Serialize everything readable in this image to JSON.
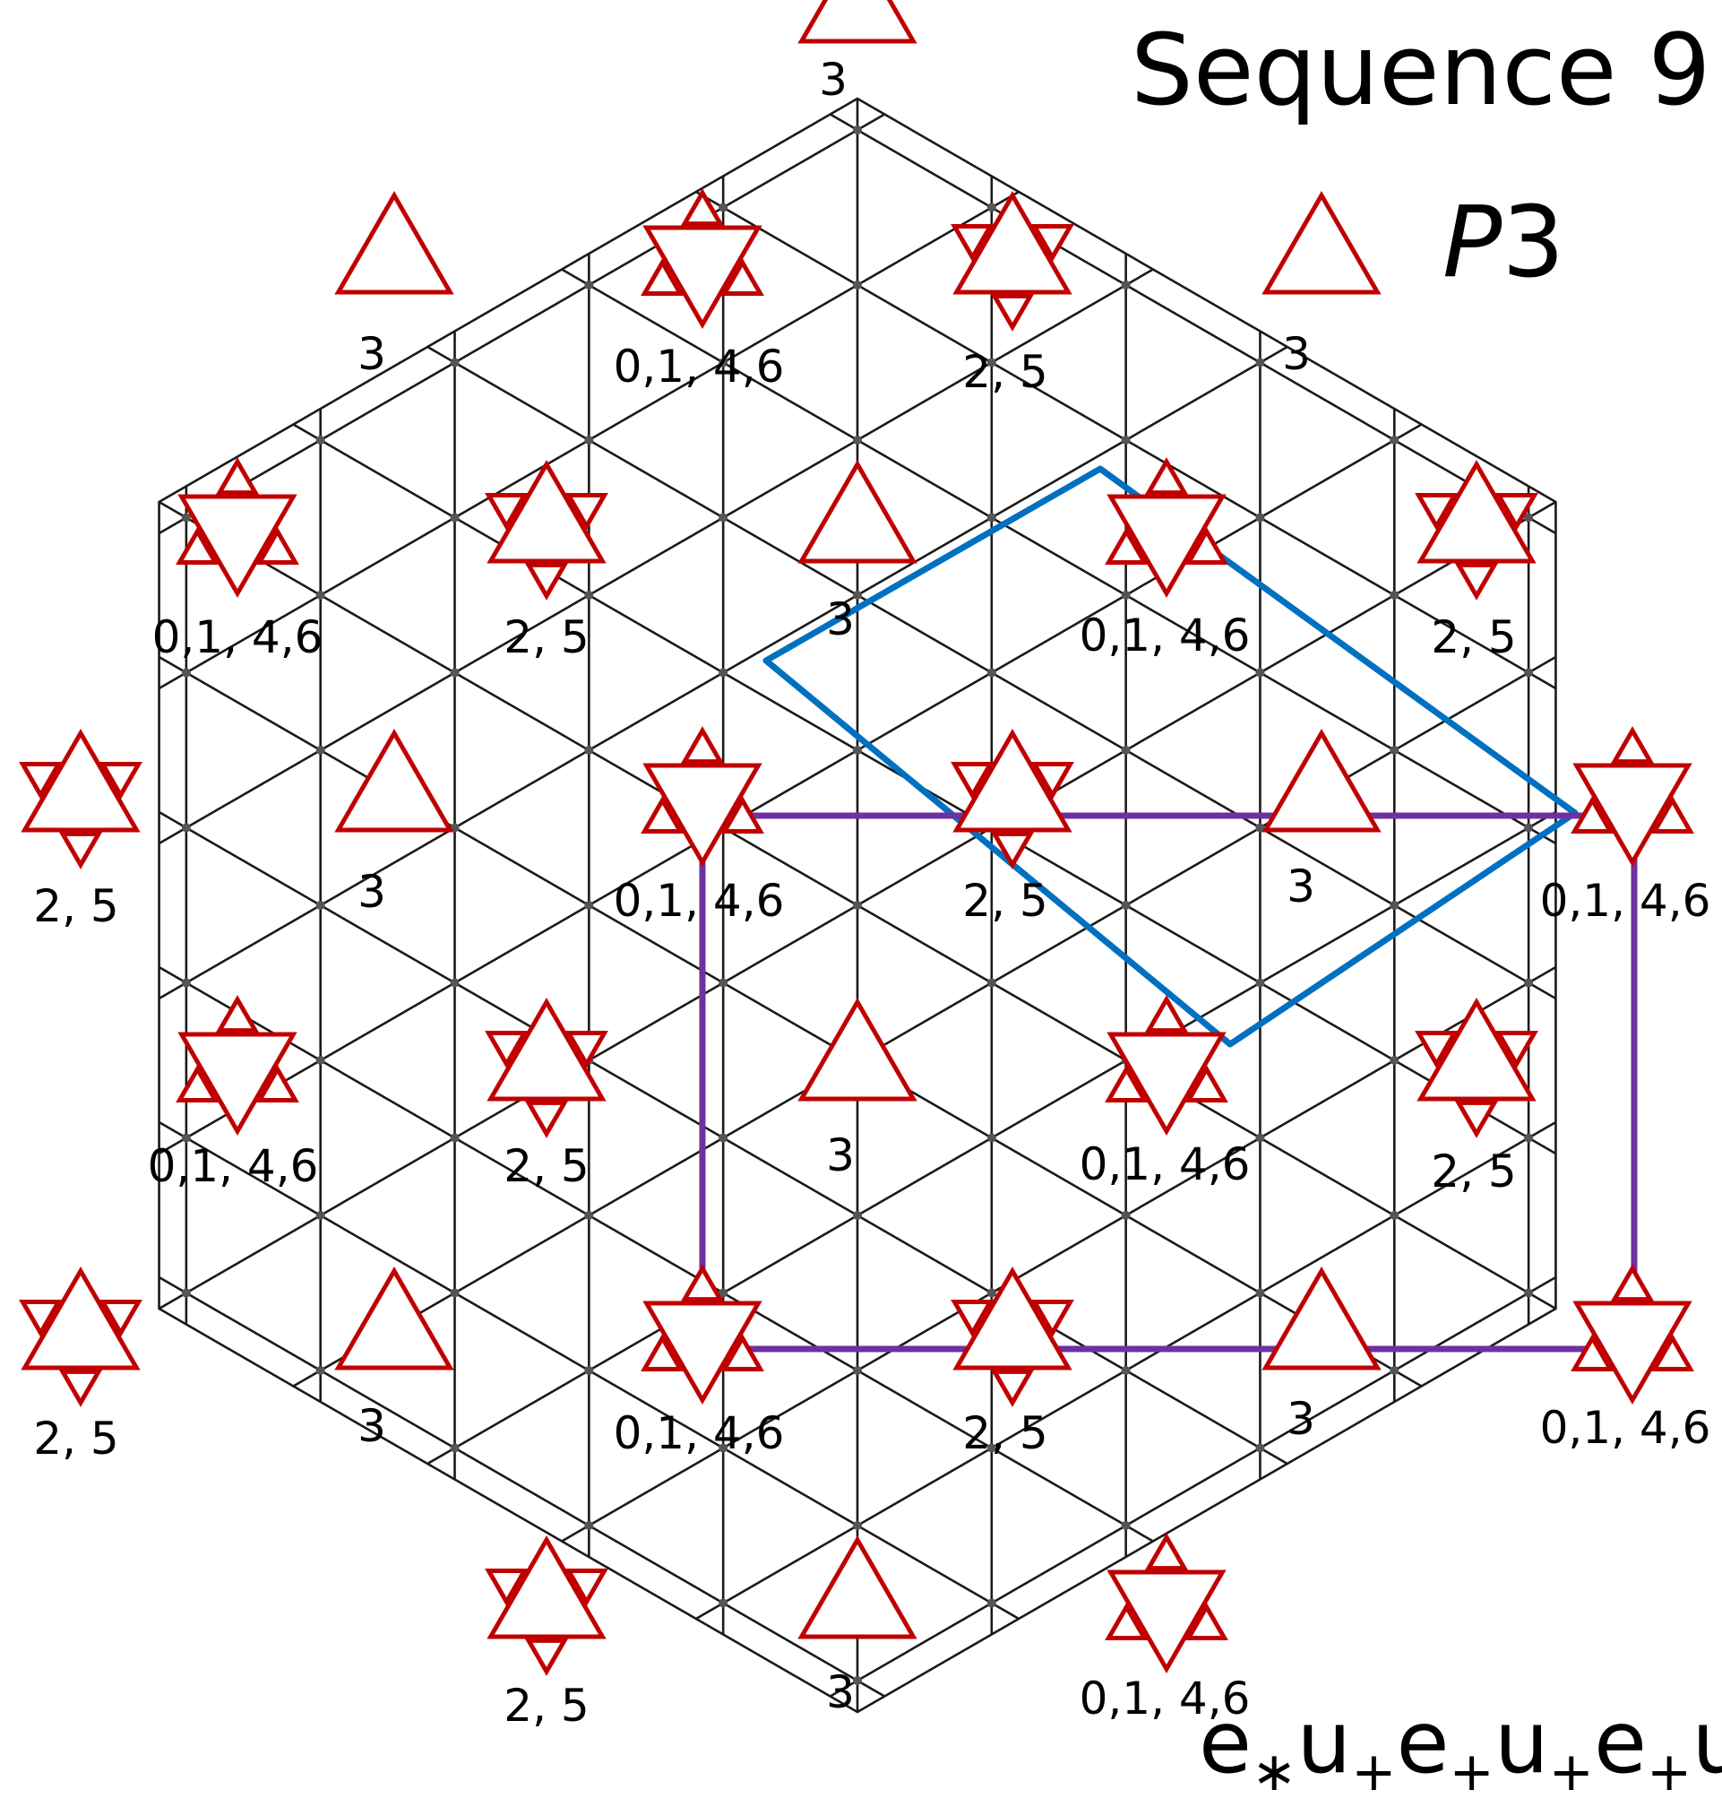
{
  "title": "Sequence 9",
  "group_letter": "P",
  "group_number": "3",
  "sequence_text": "e*u+e+u+e+u",
  "colors": {
    "grid": "#1a1a1a",
    "node": "#555555",
    "motif": "#c00000",
    "unit_cell_hexagonal": "#0070c0",
    "unit_cell_rectangular": "#7030a0"
  },
  "motif_labels": {
    "three": "3",
    "two_five": "2, 5",
    "zero_one_four_six": "0,1, 4,6"
  }
}
